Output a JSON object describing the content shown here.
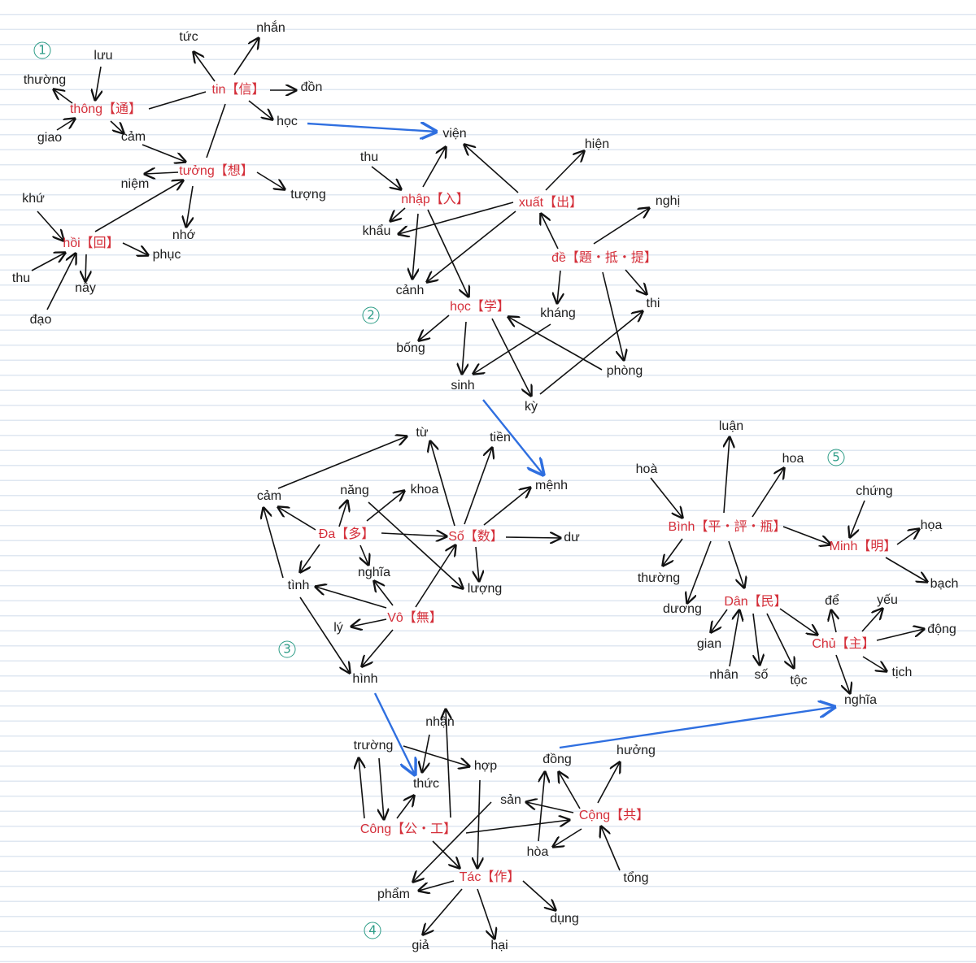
{
  "title": "Vietnamese Sino-Vietnamese word association maps",
  "colors": {
    "head": "#d42f3a",
    "word": "#1e1e1e",
    "arrow": "#111111",
    "link": "#2f6fe0",
    "number": "#2c9c86"
  },
  "clusters": [
    {
      "number": "1",
      "nodes": [
        {
          "text": "lưu"
        },
        {
          "text": "tức"
        },
        {
          "text": "nhắn"
        },
        {
          "text": "thường"
        },
        {
          "text": "thông【通】",
          "head": true
        },
        {
          "text": "tin【信】",
          "head": true
        },
        {
          "text": "đồn"
        },
        {
          "text": "học"
        },
        {
          "text": "giao"
        },
        {
          "text": "cảm"
        },
        {
          "text": "tưởng【想】",
          "head": true
        },
        {
          "text": "niệm"
        },
        {
          "text": "tượng"
        },
        {
          "text": "khứ"
        },
        {
          "text": "nhớ"
        },
        {
          "text": "hồi【回】",
          "head": true
        },
        {
          "text": "phục"
        },
        {
          "text": "thu"
        },
        {
          "text": "nẫy"
        },
        {
          "text": "đạo"
        }
      ]
    },
    {
      "number": "2",
      "nodes": [
        {
          "text": "viện"
        },
        {
          "text": "thu"
        },
        {
          "text": "hiện"
        },
        {
          "text": "nhập【入】",
          "head": true
        },
        {
          "text": "xuất【出】",
          "head": true
        },
        {
          "text": "nghị"
        },
        {
          "text": "khẩu"
        },
        {
          "text": "đề【題・抵・提】",
          "head": true
        },
        {
          "text": "cảnh"
        },
        {
          "text": "học【学】",
          "head": true
        },
        {
          "text": "kháng"
        },
        {
          "text": "thi"
        },
        {
          "text": "bống"
        },
        {
          "text": "phòng"
        },
        {
          "text": "sinh"
        },
        {
          "text": "kỳ"
        }
      ]
    },
    {
      "number": "3",
      "nodes": [
        {
          "text": "từ"
        },
        {
          "text": "tiền"
        },
        {
          "text": "cảm"
        },
        {
          "text": "năng"
        },
        {
          "text": "khoa"
        },
        {
          "text": "mệnh"
        },
        {
          "text": "Đa【多】",
          "head": true
        },
        {
          "text": "Số【数】",
          "head": true
        },
        {
          "text": "dư"
        },
        {
          "text": "nghĩa"
        },
        {
          "text": "tình"
        },
        {
          "text": "lượng"
        },
        {
          "text": "Vô【無】",
          "head": true
        },
        {
          "text": "lý"
        },
        {
          "text": "hình"
        }
      ]
    },
    {
      "number": "4",
      "nodes": [
        {
          "text": "nhận"
        },
        {
          "text": "trường"
        },
        {
          "text": "hợp"
        },
        {
          "text": "đồng"
        },
        {
          "text": "hưởng"
        },
        {
          "text": "thức"
        },
        {
          "text": "sản"
        },
        {
          "text": "Cộng【共】",
          "head": true
        },
        {
          "text": "Công【公・工】",
          "head": true
        },
        {
          "text": "hòa"
        },
        {
          "text": "Tác【作】",
          "head": true
        },
        {
          "text": "tổng"
        },
        {
          "text": "phẩm"
        },
        {
          "text": "dụng"
        },
        {
          "text": "giả"
        },
        {
          "text": "hại"
        }
      ]
    },
    {
      "number": "5",
      "nodes": [
        {
          "text": "luận"
        },
        {
          "text": "hoà"
        },
        {
          "text": "hoa"
        },
        {
          "text": "chứng"
        },
        {
          "text": "họa"
        },
        {
          "text": "Bình【平・評・瓶】",
          "head": true
        },
        {
          "text": "Minh【明】",
          "head": true
        },
        {
          "text": "thường"
        },
        {
          "text": "bạch"
        },
        {
          "text": "dương"
        },
        {
          "text": "Dân【民】",
          "head": true
        },
        {
          "text": "để"
        },
        {
          "text": "yếu"
        },
        {
          "text": "động"
        },
        {
          "text": "Chủ【主】",
          "head": true
        },
        {
          "text": "gian"
        },
        {
          "text": "nhân"
        },
        {
          "text": "số"
        },
        {
          "text": "tộc"
        },
        {
          "text": "tịch"
        },
        {
          "text": "nghĩa"
        }
      ]
    }
  ]
}
